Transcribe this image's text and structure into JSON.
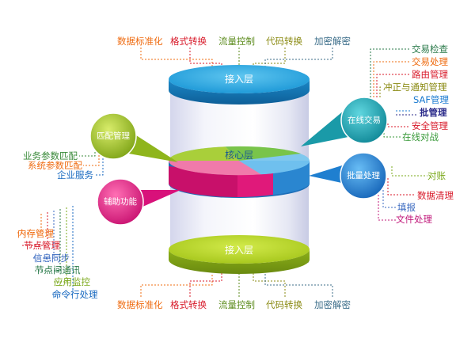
{
  "top_labels": [
    {
      "text": "数据标准化",
      "color": "#ef6c12"
    },
    {
      "text": "格式转换",
      "color": "#d81a2a"
    },
    {
      "text": "流量控制",
      "color": "#5a8a1a"
    },
    {
      "text": "代码转换",
      "color": "#8a8a12"
    },
    {
      "text": "加密解密",
      "color": "#3c6e8a"
    }
  ],
  "bottom_labels": [
    {
      "text": "数据标准化",
      "color": "#ef6c12"
    },
    {
      "text": "格式转换",
      "color": "#d81a2a"
    },
    {
      "text": "流量控制",
      "color": "#5a8a1a"
    },
    {
      "text": "代码转换",
      "color": "#8a8a12"
    },
    {
      "text": "加密解密",
      "color": "#3c6e8a"
    }
  ],
  "cylinder": {
    "top_disc": "接入层",
    "core_disc": "核心层",
    "bottom_disc": "接入层",
    "top_color": "#1e9bd7",
    "bottom_color": "#a8c81e"
  },
  "bubbles": {
    "match": {
      "label": "匹配管理",
      "color": "#8fb51c"
    },
    "assist": {
      "label": "辅助功能",
      "color": "#e0197a"
    },
    "online": {
      "label": "在线交易",
      "color": "#1a9aa8"
    },
    "batch": {
      "label": "批量处理",
      "color": "#1f7fd0"
    }
  },
  "online_items": [
    {
      "text": "交易检查",
      "color": "#2a7a4a"
    },
    {
      "text": "交易处理",
      "color": "#ef6c12"
    },
    {
      "text": "路由管理",
      "color": "#d81a2a"
    },
    {
      "text": "冲正与通知管理",
      "color": "#8a8a12"
    },
    {
      "text": "SAF管理",
      "color": "#1a7ad0"
    },
    {
      "text": "批管理",
      "color": "#2a2a8a"
    },
    {
      "text": "安全管理",
      "color": "#d81a2a"
    },
    {
      "text": "在线对战",
      "color": "#3a9a3a"
    }
  ],
  "batch_items": [
    {
      "text": "对账",
      "color": "#7aa81a"
    },
    {
      "text": "数据清理",
      "color": "#d81a2a"
    },
    {
      "text": "填报",
      "color": "#3a6ac0"
    },
    {
      "text": "文件处理",
      "color": "#c0187a"
    }
  ],
  "match_items": [
    {
      "text": "业务参数匹配",
      "color": "#3a8a3a"
    },
    {
      "text": "系统参数匹配",
      "color": "#ef6c12"
    },
    {
      "text": "企业服务",
      "color": "#1a6ac0"
    }
  ],
  "assist_items": [
    {
      "text": "内存管理",
      "color": "#ef6c12"
    },
    {
      "text": "节点管理",
      "color": "#d81a2a"
    },
    {
      "text": "信息同步",
      "color": "#3a6ac0"
    },
    {
      "text": "节点间通讯",
      "color": "#2a7a4a"
    },
    {
      "text": "应用监控",
      "color": "#7aa81a"
    },
    {
      "text": "命令行处理",
      "color": "#1a6ac0"
    }
  ]
}
